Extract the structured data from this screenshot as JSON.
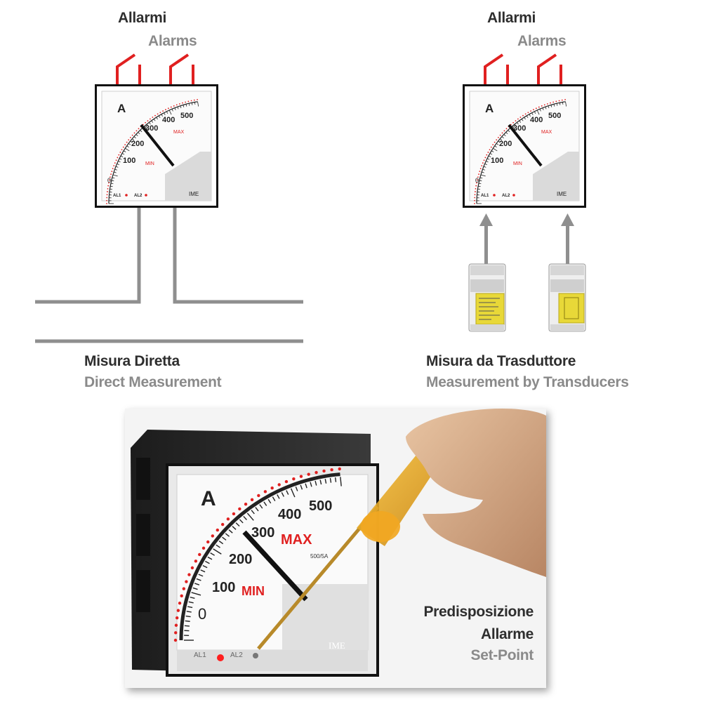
{
  "left_panel": {
    "alarms_it": "Allarmi",
    "alarms_en": "Alarms",
    "caption_it": "Misura Diretta",
    "caption_en": "Direct Measurement"
  },
  "right_panel": {
    "alarms_it": "Allarmi",
    "alarms_en": "Alarms",
    "caption_it": "Misura da Trasduttore",
    "caption_en": "Measurement by Transducers"
  },
  "meter": {
    "unit": "A",
    "scale_labels": [
      "0",
      "100",
      "200",
      "300",
      "400",
      "500"
    ],
    "max_label": "MAX",
    "min_label": "MIN",
    "al1_label": "AL1",
    "al2_label": "AL2",
    "brand": "IME",
    "rating": "500/5A"
  },
  "photo": {
    "caption_line1": "Predisposizione",
    "caption_line2": "Allarme",
    "caption_line3": "Set-Point"
  },
  "colors": {
    "red": "#e02020",
    "grey_wire": "#8f8f8f",
    "dark_text": "#2e2e2e",
    "light_text": "#8a8a8a",
    "transducer_yellow": "#e8d838"
  }
}
